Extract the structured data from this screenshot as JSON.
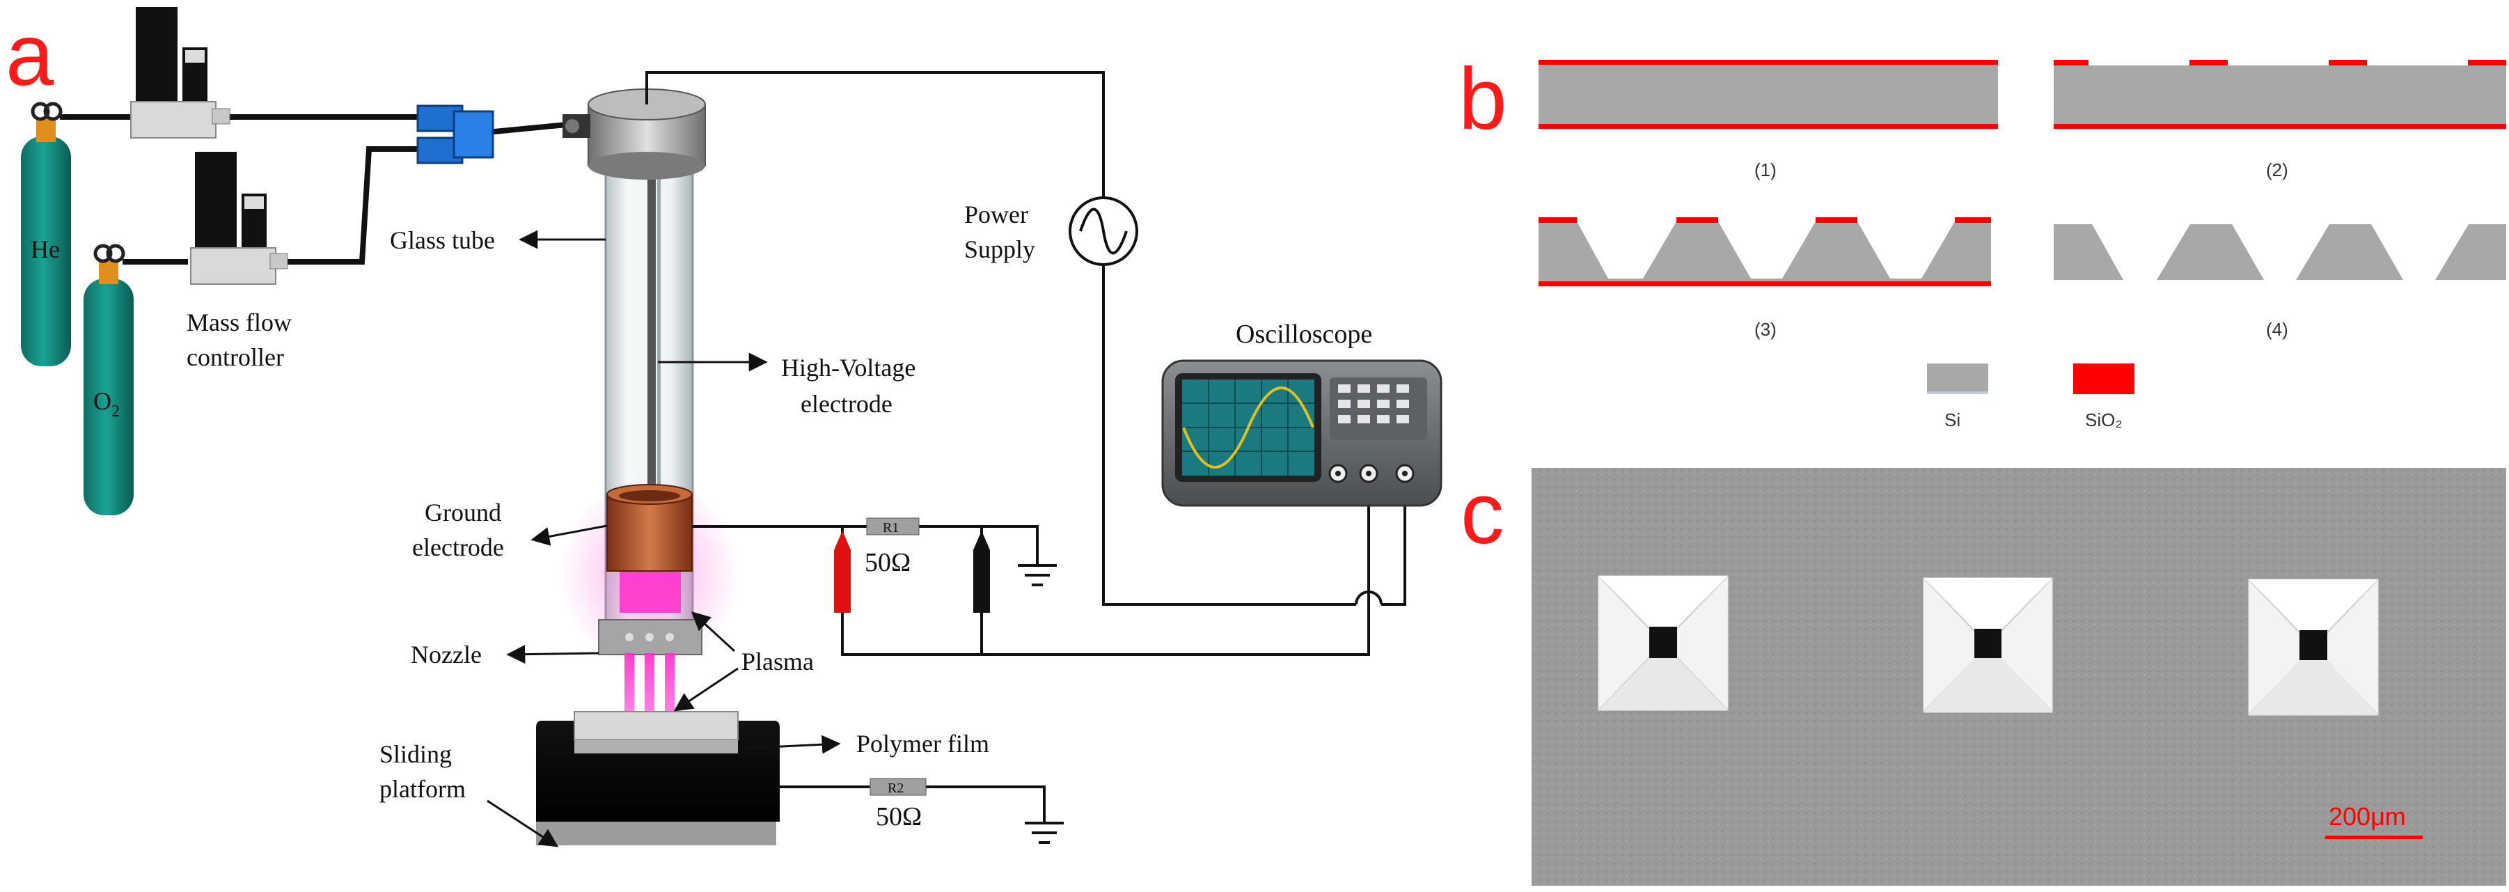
{
  "panels": {
    "a": "a",
    "b": "b",
    "c": "c"
  },
  "labels": {
    "he": "He",
    "o2_main": "O",
    "o2_sub": "2",
    "mass_flow_controller_1": "Mass flow",
    "mass_flow_controller_2": "controller",
    "glass_tube": "Glass tube",
    "high_voltage_1": "High-Voltage",
    "high_voltage_2": "electrode",
    "power_supply_1": "Power",
    "power_supply_2": "Supply",
    "oscilloscope": "Oscilloscope",
    "ground_electrode_1": "Ground",
    "ground_electrode_2": "electrode",
    "nozzle": "Nozzle",
    "plasma": "Plasma",
    "sliding_platform_1": "Sliding",
    "sliding_platform_2": "platform",
    "polymer_film": "Polymer film",
    "r1": "R1",
    "r2": "R2",
    "r1_value": "50Ω",
    "r2_value": "50Ω"
  },
  "process": {
    "steps": [
      "(1)",
      "(2)",
      "(3)",
      "(4)"
    ],
    "legend": [
      {
        "label": "Si",
        "color": "#a8a8a8"
      },
      {
        "label": "SiO₂",
        "color": "#ff0000"
      }
    ]
  },
  "sem": {
    "scale_bar": "200μm"
  },
  "colors": {
    "panel_letter": "#ff1a1a",
    "cylinder": "#138a7d",
    "connector": "#1f6fd1",
    "plasma": "#ff33cc",
    "ground_electrode": "#b0522a",
    "silicon": "#a8a8a8",
    "oxide": "#ff0000",
    "scope_screen": "#1b7a80",
    "sine_wave": "#e0c020"
  }
}
